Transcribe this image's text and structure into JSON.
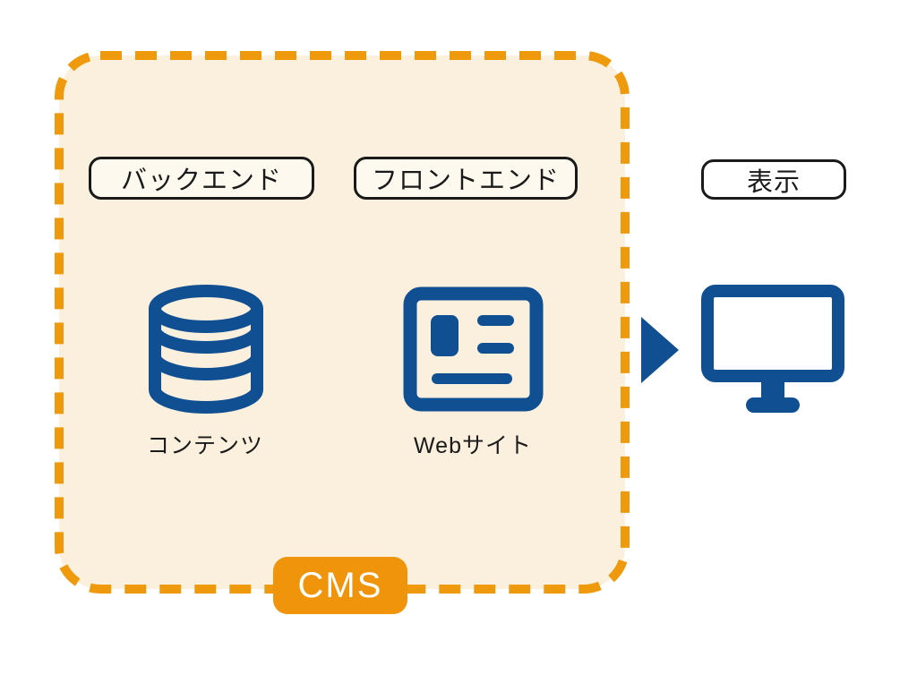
{
  "cms_group": {
    "badge_label": "CMS",
    "backend_label": "バックエンド",
    "frontend_label": "フロントエンド",
    "content_caption": "コンテンツ",
    "website_caption": "Webサイト"
  },
  "display": {
    "label": "表示"
  },
  "icons": {
    "database": "database-icon",
    "browser": "browser-window-icon",
    "arrow": "arrow-right-icon",
    "monitor": "monitor-icon"
  },
  "colors": {
    "accent_orange": "#ef9a0d",
    "cms_badge_orange": "#ef940b",
    "group_fill_cream": "#faf0dd",
    "icon_blue": "#114f93",
    "outline_black": "#1a1a1a"
  }
}
